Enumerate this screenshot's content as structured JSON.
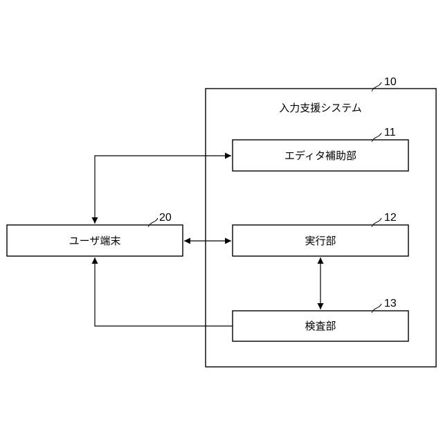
{
  "system": {
    "label": "入力支援システム",
    "ref": "10"
  },
  "nodes": {
    "editor": {
      "label": "エディタ補助部",
      "ref": "11"
    },
    "exec": {
      "label": "実行部",
      "ref": "12"
    },
    "check": {
      "label": "検査部",
      "ref": "13"
    },
    "user": {
      "label": "ユーザ端末",
      "ref": "20"
    }
  }
}
